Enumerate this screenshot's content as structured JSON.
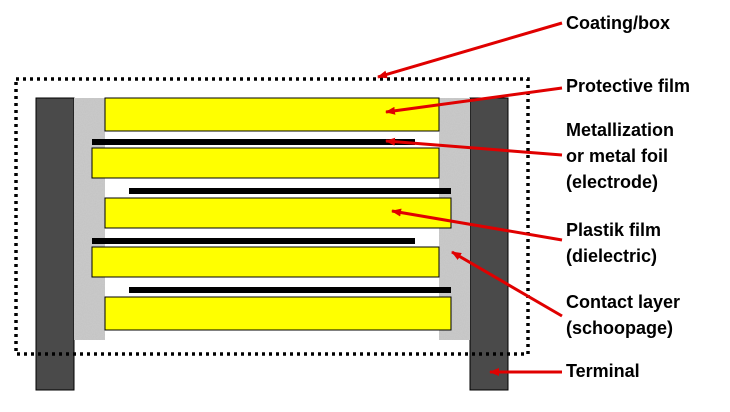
{
  "labels": {
    "coating": "Coating/box",
    "protective_film": "Protective film",
    "metallization_1": "Metallization",
    "metallization_2": "or metal foil",
    "metallization_3": "(electrode)",
    "plastik_1": "Plastik film",
    "plastik_2": "(dielectric)",
    "contact_1": "Contact layer",
    "contact_2": "(schoopage)",
    "terminal": "Terminal"
  },
  "colors": {
    "terminal": "#4a4a4a",
    "film": "#ffff00",
    "electrode": "#000000",
    "contact_layer": "#c8c8c8",
    "arrow": "#e00000",
    "outline": "#000000"
  }
}
